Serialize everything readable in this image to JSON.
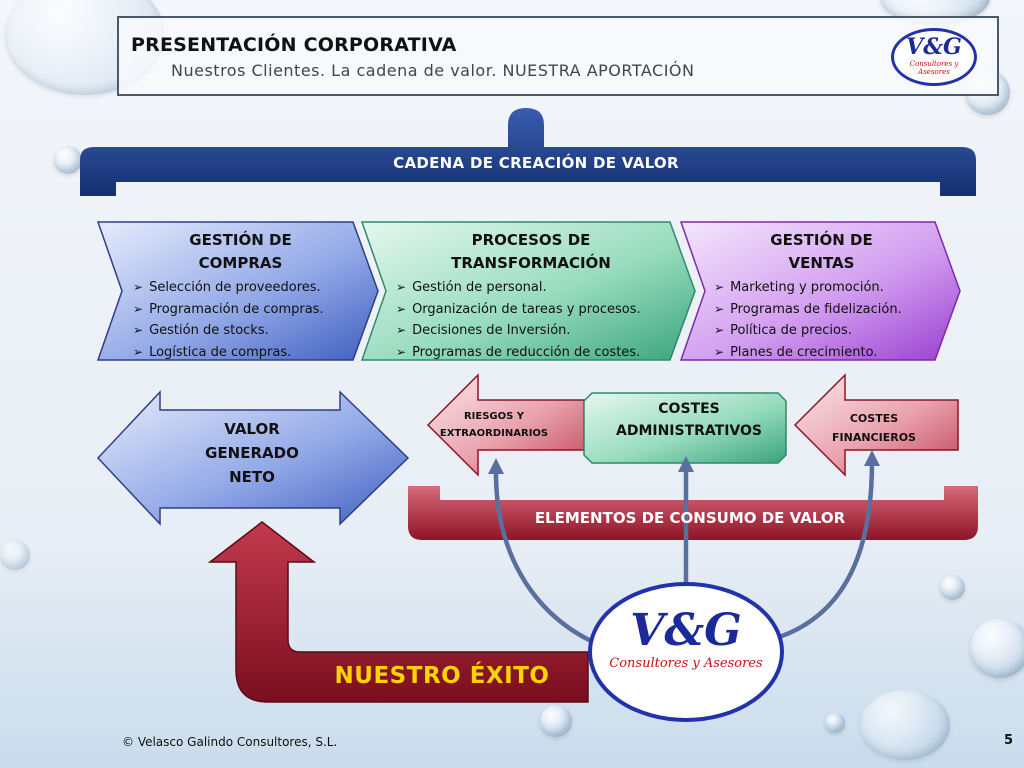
{
  "header": {
    "title": "PRESENTACIÓN CORPORATIVA",
    "subtitle": "Nuestros Clientes. La cadena de valor. NUESTRA APORTACIÓN"
  },
  "logo": {
    "main": "V&G",
    "sub": "Consultores y Asesores"
  },
  "banner_top": "CADENA DE CREACIÓN DE VALOR",
  "chevrons": [
    {
      "title_line1": "GESTIÓN DE",
      "title_line2": "COMPRAS",
      "items": [
        "Selección de proveedores.",
        "Programación de compras.",
        "Gestión de stocks.",
        "Logística de compras."
      ]
    },
    {
      "title_line1": "PROCESOS DE",
      "title_line2": "TRANSFORMACIÓN",
      "items": [
        "Gestión de personal.",
        "Organización de tareas y procesos.",
        "Decisiones de Inversión.",
        "Programas de reducción de costes."
      ]
    },
    {
      "title_line1": "GESTIÓN DE",
      "title_line2": "VENTAS",
      "items": [
        "Marketing y promoción.",
        "Programas de fidelización.",
        "Política de precios.",
        "Planes de crecimiento."
      ]
    }
  ],
  "valor": {
    "line1": "VALOR",
    "line2": "GENERADO",
    "line3": "NETO"
  },
  "consumption": {
    "riesgos_line1": "RIESGOS Y",
    "riesgos_line2": "EXTRAORDINARIOS",
    "costes_adm_line1": "COSTES",
    "costes_adm_line2": "ADMINISTRATIVOS",
    "costes_fin_line1": "COSTES",
    "costes_fin_line2": "FINANCIEROS",
    "banner": "ELEMENTOS DE CONSUMO DE VALOR"
  },
  "exito": "NUESTRO ÉXITO",
  "footer": "© Velasco Galindo Consultores, S.L.",
  "page_number": "5",
  "colors": {
    "navy": "#1f3d8c",
    "crimson": "#a01a2e",
    "green": "#5fbf9a",
    "purple": "#b560e0",
    "blue": "#6a86d8",
    "pink": "#d9707f"
  }
}
